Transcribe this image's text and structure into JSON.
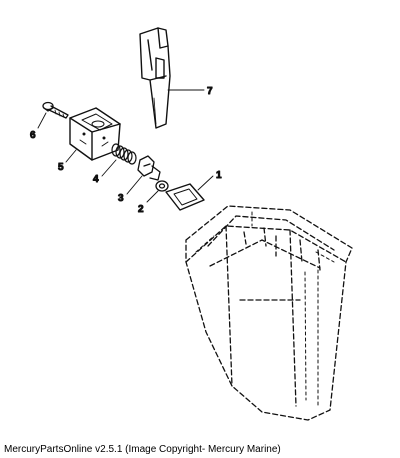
{
  "callouts": {
    "c1": "1",
    "c2": "2",
    "c3": "3",
    "c4": "4",
    "c5": "5",
    "c6": "6",
    "c7": "7"
  },
  "caption": "MercuryPartsOnline v2.5.1 (Image Copyright- Mercury Marine)"
}
